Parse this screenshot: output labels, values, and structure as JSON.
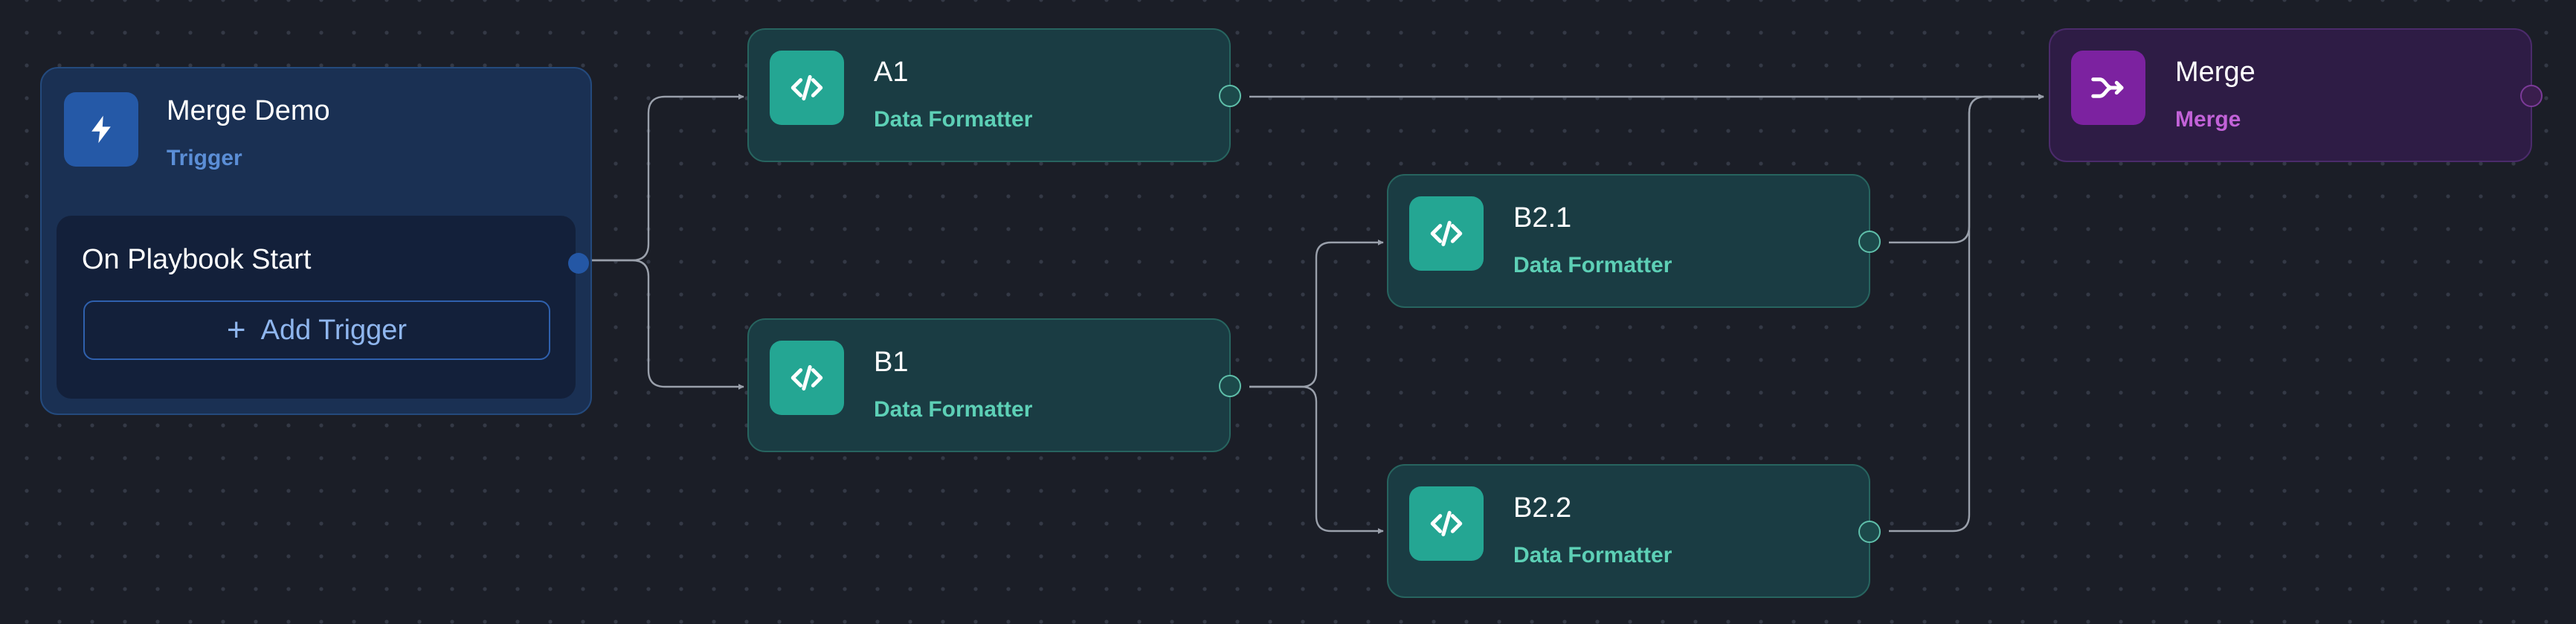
{
  "trigger_node": {
    "title": "Merge Demo",
    "subtitle": "Trigger",
    "icon": "bolt-icon",
    "item_label": "On Playbook Start",
    "add_button_label": "Add Trigger",
    "add_button_icon": "plus-icon"
  },
  "nodes": [
    {
      "id": "a1",
      "title": "A1",
      "subtitle": "Data Formatter",
      "icon": "code-icon"
    },
    {
      "id": "b1",
      "title": "B1",
      "subtitle": "Data Formatter",
      "icon": "code-icon"
    },
    {
      "id": "b2_1",
      "title": "B2.1",
      "subtitle": "Data Formatter",
      "icon": "code-icon"
    },
    {
      "id": "b2_2",
      "title": "B2.2",
      "subtitle": "Data Formatter",
      "icon": "code-icon"
    }
  ],
  "merge_node": {
    "title": "Merge",
    "subtitle": "Merge",
    "icon": "shuffle-merge-icon"
  },
  "edges": [
    {
      "from": "Merge Demo",
      "to": "A1"
    },
    {
      "from": "Merge Demo",
      "to": "B1"
    },
    {
      "from": "B1",
      "to": "B2.1"
    },
    {
      "from": "B1",
      "to": "B2.2"
    },
    {
      "from": "A1",
      "to": "Merge"
    },
    {
      "from": "B2.1",
      "to": "Merge"
    },
    {
      "from": "B2.2",
      "to": "Merge"
    }
  ],
  "colors": {
    "canvas_background": "#1b1e27",
    "formatter_accent": "#24a693",
    "merge_accent": "#7c22a0",
    "trigger_accent": "#2559a7",
    "edge": "#9aa0ab"
  }
}
